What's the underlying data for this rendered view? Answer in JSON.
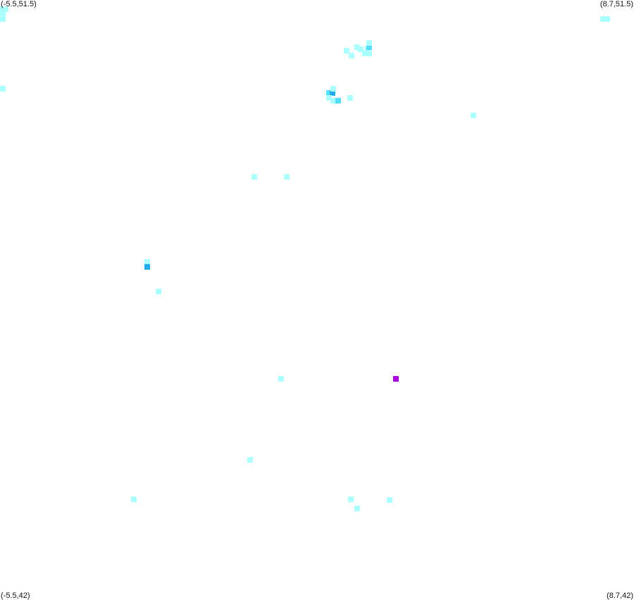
{
  "bounds": {
    "lon_min": -5.5,
    "lon_max": 8.7,
    "lat_min": 42,
    "lat_max": 51.5
  },
  "corner_labels": {
    "top_left": "(-5.5,51.5)",
    "top_right": "(8.7,51.5)",
    "bottom_left": "(-5.5,42)",
    "bottom_right": "(8.7,42)"
  },
  "colors": {
    "low": "#aaffff",
    "mid": "#55ddff",
    "high": "#22aaee",
    "peak": "#aa00dd",
    "background": "#ffffff"
  },
  "cells": [
    {
      "lon": -5.45,
      "lat": 51.35,
      "level": "low"
    },
    {
      "lon": -5.37,
      "lat": 51.35,
      "level": "low"
    },
    {
      "lon": -5.45,
      "lat": 51.27,
      "level": "low"
    },
    {
      "lon": -5.5,
      "lat": 51.2,
      "level": "low"
    },
    {
      "lon": -5.5,
      "lat": 50.1,
      "level": "low"
    },
    {
      "lon": 2.27,
      "lat": 50.7,
      "level": "low"
    },
    {
      "lon": 2.38,
      "lat": 50.62,
      "level": "low"
    },
    {
      "lon": 2.5,
      "lat": 50.75,
      "level": "low"
    },
    {
      "lon": 2.58,
      "lat": 50.72,
      "level": "low"
    },
    {
      "lon": 2.74,
      "lat": 50.72,
      "level": "low"
    },
    {
      "lon": 2.77,
      "lat": 50.75,
      "level": "mid"
    },
    {
      "lon": 2.68,
      "lat": 50.65,
      "level": "low"
    },
    {
      "lon": 2.77,
      "lat": 50.65,
      "level": "low"
    },
    {
      "lon": 2.77,
      "lat": 50.82,
      "level": "low"
    },
    {
      "lon": 1.87,
      "lat": 50.03,
      "level": "mid"
    },
    {
      "lon": 1.94,
      "lat": 50.03,
      "level": "high"
    },
    {
      "lon": 1.87,
      "lat": 49.95,
      "level": "low"
    },
    {
      "lon": 1.97,
      "lat": 49.9,
      "level": "low"
    },
    {
      "lon": 2.07,
      "lat": 49.9,
      "level": "mid"
    },
    {
      "lon": 2.34,
      "lat": 49.95,
      "level": "low"
    },
    {
      "lon": 1.97,
      "lat": 50.1,
      "level": "low"
    },
    {
      "lon": 8.0,
      "lat": 51.2,
      "level": "low"
    },
    {
      "lon": 8.1,
      "lat": 51.2,
      "level": "low"
    },
    {
      "lon": 5.1,
      "lat": 49.67,
      "level": "low"
    },
    {
      "lon": 0.2,
      "lat": 48.7,
      "level": "low"
    },
    {
      "lon": 0.92,
      "lat": 48.7,
      "level": "low"
    },
    {
      "lon": -2.2,
      "lat": 47.35,
      "level": "low"
    },
    {
      "lon": -2.2,
      "lat": 47.27,
      "level": "high"
    },
    {
      "lon": -1.95,
      "lat": 46.88,
      "level": "low"
    },
    {
      "lon": 0.8,
      "lat": 45.5,
      "level": "low"
    },
    {
      "lon": 0.1,
      "lat": 44.22,
      "level": "low"
    },
    {
      "lon": -2.5,
      "lat": 43.6,
      "level": "low"
    },
    {
      "lon": 2.35,
      "lat": 43.6,
      "level": "low"
    },
    {
      "lon": 2.5,
      "lat": 43.45,
      "level": "low"
    },
    {
      "lon": 3.22,
      "lat": 43.58,
      "level": "low"
    },
    {
      "lon": 3.37,
      "lat": 45.5,
      "level": "peak"
    }
  ]
}
